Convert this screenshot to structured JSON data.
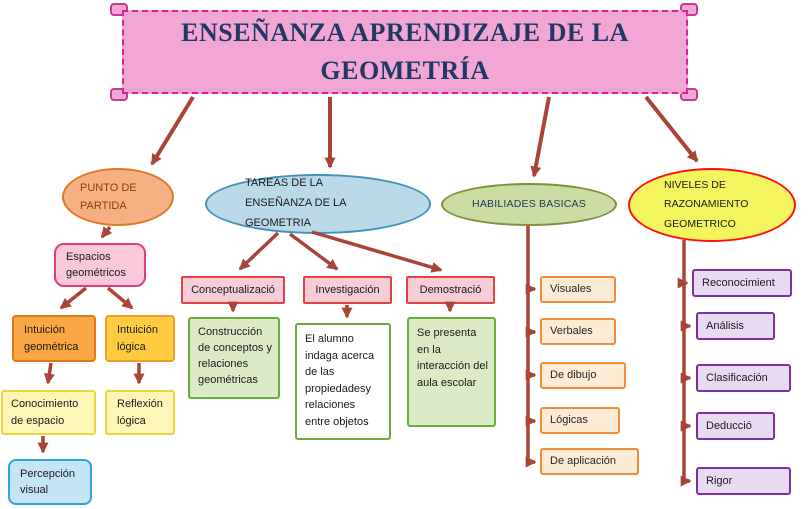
{
  "title": "ENSEÑANZA APRENDIZAJE DE LA GEOMETRÍA",
  "palette": {
    "arrow": "#A94438",
    "banner_fill": "#F1A6D6",
    "banner_border": "#D9219C",
    "punto_fill": "#F5B183",
    "tareas_fill": "#B9D8E8",
    "habilidades_fill": "#CBDCA2",
    "niveles_fill": "#F4F45E",
    "niveles_border": "#FF1010",
    "green_border": "#69AD3D",
    "purple_border": "#7D30A0"
  },
  "nodes": {
    "punto": "PUNTO DE PARTIDA",
    "tareas": "TAREAS DE LA ENSEÑANZA DE LA GEOMETRIA",
    "habilidades": "HABILIADES BASICAS",
    "niveles": "NIVELES DE RAZONAMIENTO GEOMETRICO",
    "espacios": "Espacios geométricos",
    "intuicion_geometrica": "Intuición geométrica",
    "intuicion_logica": "Intuición lógica",
    "conocimiento_espacio": "Conocimiento de espacio",
    "reflexion_logica": "Reflexión lógica",
    "percepcion_visual": "Percepción visual",
    "conceptualizacion": "Conceptualizació",
    "investigacion": "Investigación",
    "demostracion": "Demostració",
    "construccion": "Construcción de conceptos y relaciones geométricas",
    "alumno": "El alumno indaga acerca de las propiedadesy relaciones entre objetos",
    "se_presenta": "Se presenta en la interacción del aula escolar",
    "visuales": "Visuales",
    "verbales": "Verbales",
    "de_dibujo": "De dibujo",
    "logicas": "Lógicas",
    "de_aplicacion": "De aplicación",
    "reconocimiento": "Reconocimient",
    "analisis": "Análisis",
    "clasificacion": "Clasificación",
    "deduccion": "Deducció",
    "rigor": "Rigor"
  }
}
